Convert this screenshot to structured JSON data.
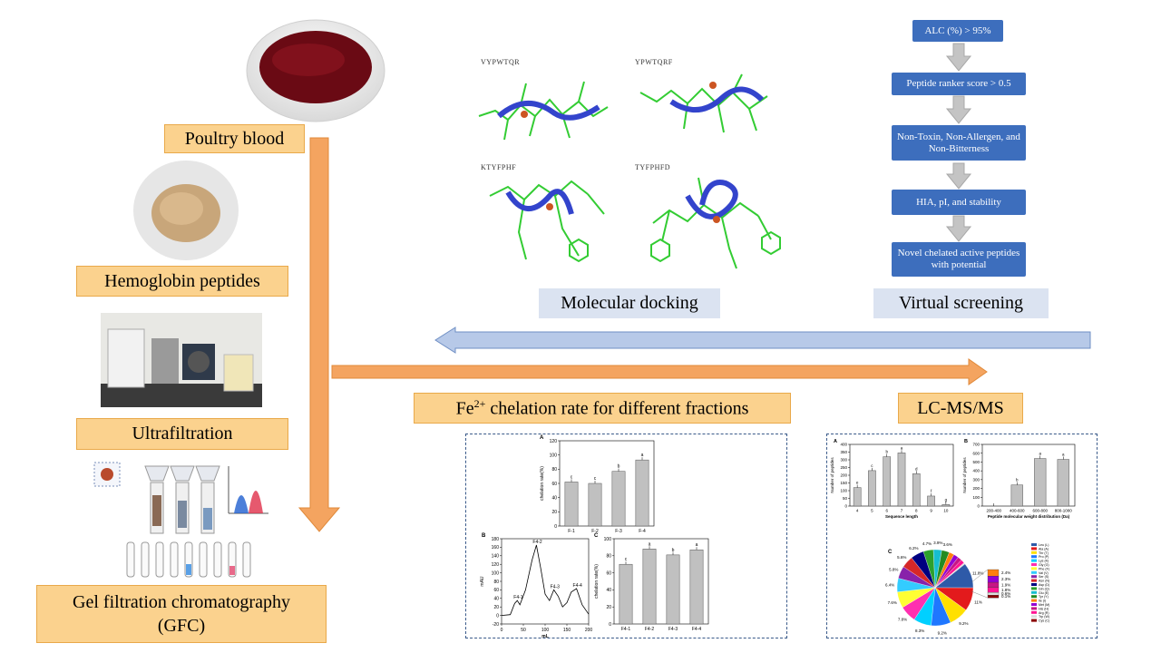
{
  "labels": {
    "poultry_blood": "Poultry blood",
    "hemoglobin_peptides": "Hemoglobin peptides",
    "ultrafiltration": "Ultrafiltration",
    "gfc_line1": "Gel filtration chromatography",
    "gfc_line2": "(GFC)",
    "chelation_prefix": "Fe",
    "chelation_sup": "2+",
    "chelation_suffix": " chelation rate for different fractions",
    "lcms": "LC-MS/MS",
    "docking": "Molecular docking",
    "screening": "Virtual screening"
  },
  "screening_steps": [
    "ALC (%) > 95%",
    "Peptide ranker score  > 0.5",
    "Non-Toxin, Non-Allergen, and Non-Bitterness",
    "HIA, pI, and stability",
    "Novel chelated active peptides with potential"
  ],
  "peptides": [
    "VYPWTQR",
    "YPWTQRF",
    "KTYFPHF",
    "TYFPHFD"
  ],
  "colors": {
    "orange_fill": "#fbd28e",
    "orange_arrow": "#f4a460",
    "blue_box": "#3d6ebd",
    "blue_label": "#dbe3f1",
    "blue_arrow": "#b7c9e8"
  },
  "chart_data": [
    {
      "type": "bar",
      "panel": "A",
      "categories": [
        "F-1",
        "F-2",
        "F-3",
        "F-4"
      ],
      "values": [
        62,
        60,
        77,
        93
      ],
      "letters": [
        "c",
        "c",
        "b",
        "a"
      ],
      "ylabel": "chelation rate(%)",
      "ylim": [
        0,
        120
      ],
      "yticks": [
        0,
        20,
        40,
        60,
        80,
        100,
        120
      ]
    },
    {
      "type": "line",
      "panel": "B",
      "ylabel": "mAU",
      "xlabel": "mL",
      "xlim": [
        0,
        200
      ],
      "ylim": [
        -20,
        180
      ],
      "xticks": [
        0,
        50,
        100,
        150,
        200
      ],
      "yticks": [
        -20,
        0,
        20,
        40,
        60,
        80,
        100,
        120,
        140,
        160,
        180
      ],
      "x": [
        0,
        20,
        30,
        36,
        42,
        55,
        70,
        80,
        90,
        100,
        110,
        120,
        130,
        140,
        150,
        160,
        172,
        185,
        200
      ],
      "y": [
        0,
        2,
        28,
        35,
        25,
        60,
        130,
        165,
        110,
        50,
        35,
        60,
        45,
        20,
        30,
        55,
        63,
        25,
        3
      ],
      "peak_labels": [
        "F4-1",
        "F4-2",
        "F4-3",
        "F4-4"
      ]
    },
    {
      "type": "bar",
      "panel": "C",
      "categories": [
        "F4-1",
        "F4-2",
        "F4-3",
        "F4-4"
      ],
      "values": [
        70,
        88,
        81,
        87
      ],
      "letters": [
        "c",
        "a",
        "b",
        "a"
      ],
      "ylabel": "chelation rate(%)",
      "ylim": [
        0,
        100
      ],
      "yticks": [
        0,
        20,
        40,
        60,
        80,
        100
      ]
    },
    {
      "type": "bar",
      "panel": "A",
      "categories": [
        "4",
        "5",
        "6",
        "7",
        "8",
        "9",
        "10"
      ],
      "values": [
        120,
        230,
        320,
        345,
        210,
        65,
        10
      ],
      "letters": [
        "e",
        "c",
        "b",
        "a",
        "d",
        "f",
        "g"
      ],
      "xlabel": "Sequence length",
      "ylabel": "Number of peptides",
      "ylim": [
        0,
        400
      ],
      "yticks": [
        0,
        50,
        100,
        150,
        200,
        250,
        300,
        350,
        400
      ]
    },
    {
      "type": "bar",
      "panel": "B",
      "categories": [
        "200-400",
        "400-600",
        "600-800",
        "800-1000"
      ],
      "values": [
        0,
        240,
        540,
        530
      ],
      "letters": [
        "",
        "b",
        "a",
        "a"
      ],
      "xlabel": "Peptide molecular weight distribution (Da)",
      "ylabel": "Number of peptides",
      "ylim": [
        0,
        700
      ],
      "yticks": [
        0,
        100,
        200,
        300,
        400,
        500,
        600,
        700
      ]
    },
    {
      "type": "pie",
      "panel": "C",
      "values": [
        11.8,
        11,
        9.2,
        9.2,
        8.3,
        7.8,
        7.6,
        6.4,
        5.8,
        5.6,
        6.2,
        4.7,
        3.9,
        3.6,
        2.4,
        2.3,
        1.9,
        1.8,
        0.6,
        0.1
      ],
      "labels": [
        "11.8%",
        "11%",
        "9.2%",
        "9.2%",
        "8.3%",
        "7.8%",
        "7.6%",
        "6.4%",
        "5.8%",
        "5.6%",
        "6.2%",
        "4.7%",
        "3.9%",
        "3.6%",
        "2.4%",
        "2.3%",
        "1.9%",
        "1.8%",
        "0.6%",
        "0.1%"
      ],
      "colors": [
        "#2e5aa8",
        "#e31a1c",
        "#ffe000",
        "#1f77ff",
        "#00d0ff",
        "#ff2fb0",
        "#ffff33",
        "#33ccff",
        "#8822aa",
        "#d62728",
        "#000080",
        "#2ca02c",
        "#17becf",
        "#228b22",
        "#ff7f0e",
        "#9400d3",
        "#c71585",
        "#ff1493",
        "#dddddd",
        "#8b0000"
      ],
      "legend": [
        "Leu (L)",
        "Ala (A)",
        "Thr (T)",
        "Pro (P)",
        "Lys (K)",
        "Gly (G)",
        "Phe (F)",
        "Val (V)",
        "Ser (S)",
        "Asn (N)",
        "Asp (D)",
        "Gln (Q)",
        "Glu (E)",
        "Tyr (Y)",
        "Ile (I)",
        "Met (M)",
        "His (H)",
        "Arg (R)",
        "Trp (W)",
        "Cys (C)"
      ]
    }
  ]
}
